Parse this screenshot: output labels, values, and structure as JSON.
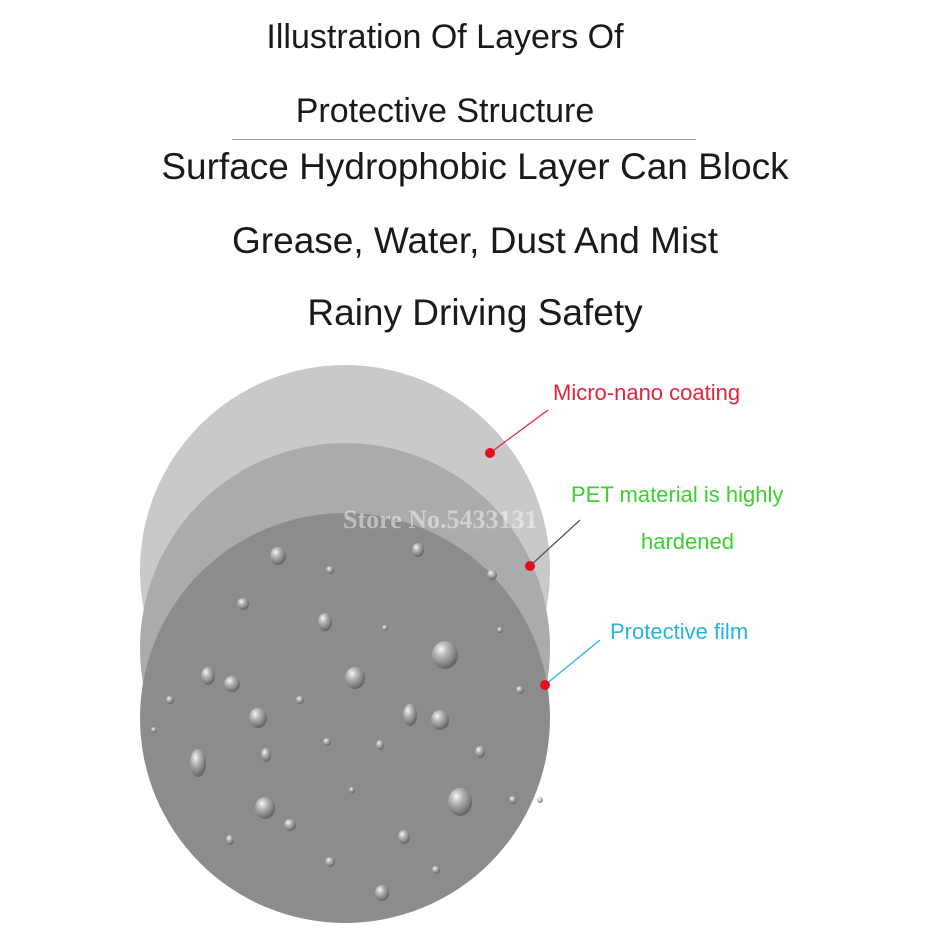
{
  "heading": {
    "line1": "Illustration Of Layers Of",
    "line2": "Protective Structure",
    "line3": "Surface Hydrophobic Layer Can Block",
    "line4": "Grease, Water, Dust And Mist",
    "line5": "Rainy Driving Safety"
  },
  "layers": [
    {
      "label": "Micro-nano coating",
      "color": "#e0243b"
    },
    {
      "label_line1": "PET material is highly",
      "label_line2": "hardened",
      "color": "#3ad12f"
    },
    {
      "label": "Protective film",
      "color": "#24b4e0"
    }
  ],
  "watermark": "Store No.5433131",
  "colors": {
    "disc_top": "#c9c9c9",
    "disc_middle": "#ababab",
    "disc_bottom": "#8c8c8c",
    "marker": "#e0101e"
  }
}
